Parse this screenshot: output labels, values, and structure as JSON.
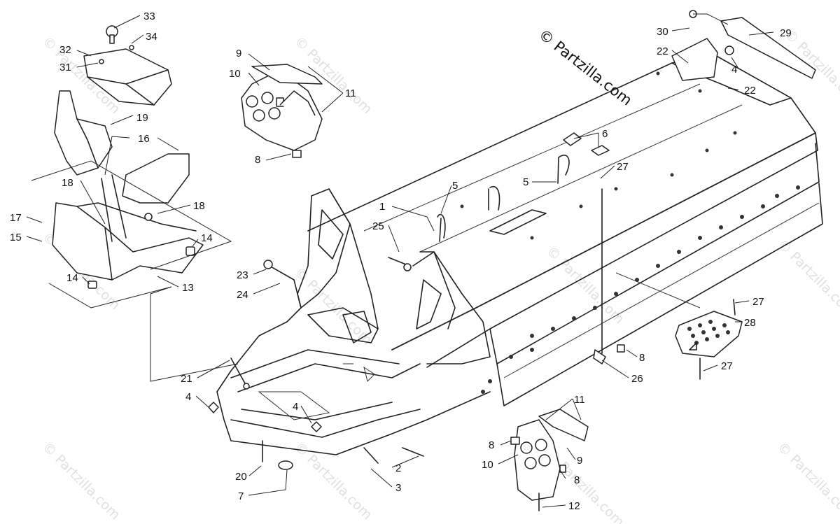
{
  "copyright": "© Partzilla.com",
  "watermark": "© Partzilla.com",
  "callouts": [
    {
      "id": "c33",
      "label": "33"
    },
    {
      "id": "c34",
      "label": "34"
    },
    {
      "id": "c32",
      "label": "32"
    },
    {
      "id": "c31",
      "label": "31"
    },
    {
      "id": "c19",
      "label": "19"
    },
    {
      "id": "c16",
      "label": "16"
    },
    {
      "id": "c18a",
      "label": "18"
    },
    {
      "id": "c18b",
      "label": "18"
    },
    {
      "id": "c17",
      "label": "17"
    },
    {
      "id": "c15",
      "label": "15"
    },
    {
      "id": "c14a",
      "label": "14"
    },
    {
      "id": "c14b",
      "label": "14"
    },
    {
      "id": "c13",
      "label": "13"
    },
    {
      "id": "c9a",
      "label": "9"
    },
    {
      "id": "c10a",
      "label": "10"
    },
    {
      "id": "c11a",
      "label": "11"
    },
    {
      "id": "c8a",
      "label": "8"
    },
    {
      "id": "c1",
      "label": "1"
    },
    {
      "id": "c25",
      "label": "25"
    },
    {
      "id": "c5a",
      "label": "5"
    },
    {
      "id": "c5b",
      "label": "5"
    },
    {
      "id": "c6",
      "label": "6"
    },
    {
      "id": "c27a",
      "label": "27"
    },
    {
      "id": "c30",
      "label": "30"
    },
    {
      "id": "c29",
      "label": "29"
    },
    {
      "id": "c22a",
      "label": "22"
    },
    {
      "id": "c22b",
      "label": "22"
    },
    {
      "id": "c4a",
      "label": "4"
    },
    {
      "id": "c23",
      "label": "23"
    },
    {
      "id": "c24",
      "label": "24"
    },
    {
      "id": "c21",
      "label": "21"
    },
    {
      "id": "c4b",
      "label": "4"
    },
    {
      "id": "c4c",
      "label": "4"
    },
    {
      "id": "c20",
      "label": "20"
    },
    {
      "id": "c7",
      "label": "7"
    },
    {
      "id": "c3",
      "label": "3"
    },
    {
      "id": "c2",
      "label": "2"
    },
    {
      "id": "c27b",
      "label": "27"
    },
    {
      "id": "c28",
      "label": "28"
    },
    {
      "id": "c27c",
      "label": "27"
    },
    {
      "id": "c8b",
      "label": "8"
    },
    {
      "id": "c26",
      "label": "26"
    },
    {
      "id": "c11b",
      "label": "11"
    },
    {
      "id": "c8c",
      "label": "8"
    },
    {
      "id": "c9b",
      "label": "9"
    },
    {
      "id": "c10b",
      "label": "10"
    },
    {
      "id": "c8d",
      "label": "8"
    },
    {
      "id": "c12",
      "label": "12"
    }
  ]
}
